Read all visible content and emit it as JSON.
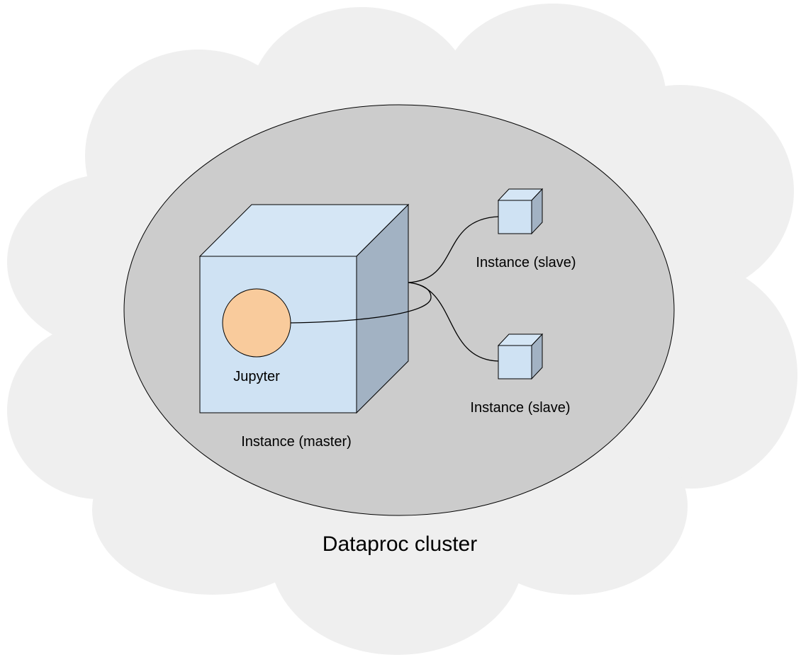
{
  "cluster": {
    "label": "Dataproc cluster",
    "cloud_fill": "#efefef",
    "ellipse_fill": "#cccccc"
  },
  "master": {
    "label": "Instance (master)",
    "front_fill": "#cfe2f3",
    "top_fill": "#d5e6f5",
    "side_fill": "#a2b2c3"
  },
  "jupyter": {
    "label": "Jupyter",
    "fill": "#f9cb9c"
  },
  "slaves": [
    {
      "label": "Instance (slave)"
    },
    {
      "label": "Instance (slave)"
    }
  ]
}
